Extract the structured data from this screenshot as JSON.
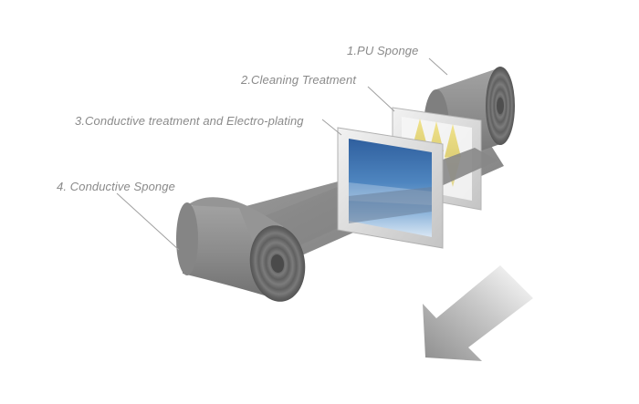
{
  "labels": {
    "step1": "1.PU Sponge",
    "step2": "2.Cleaning Treatment",
    "step3": "3.Conductive treatment and Electro-plating",
    "step4": "4. Conductive Sponge"
  },
  "colors": {
    "sponge": "#8f8f8f",
    "sponge_dark": "#6e6e6e",
    "frame": "#d8d8d8",
    "plating_blue": "#3f6fa8",
    "cleaning_yellow": "#e8d66a",
    "arrow": "#9a9a9a",
    "leader_line": "#a0a0a0",
    "label_text": "#8a8a8a"
  },
  "icons": {
    "flow_direction": "arrow-down-left-icon"
  }
}
